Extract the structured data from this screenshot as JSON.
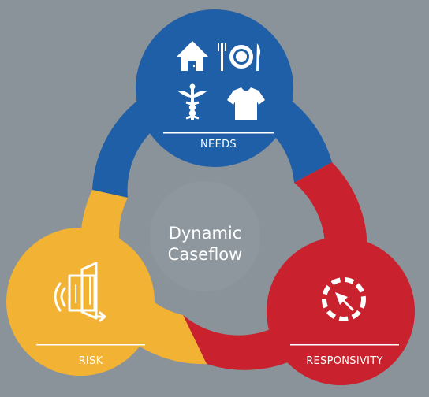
{
  "center": {
    "line1": "Dynamic",
    "line2": "Caseflow"
  },
  "nodes": {
    "needs": {
      "label": "NEEDS",
      "icons": [
        "house-icon",
        "plate-fork-knife-icon",
        "caduceus-icon",
        "shirt-icon"
      ]
    },
    "risk": {
      "label": "RISK",
      "icons": [
        "door-exit-icon"
      ]
    },
    "responsivity": {
      "label": "RESPONSIVITY",
      "icons": [
        "cursor-cycle-icon"
      ]
    }
  },
  "colors": {
    "background": "#8a9399",
    "needs": "#1f5fa8",
    "risk": "#f2b233",
    "responsivity": "#c9222e",
    "center": "#8e979d"
  }
}
